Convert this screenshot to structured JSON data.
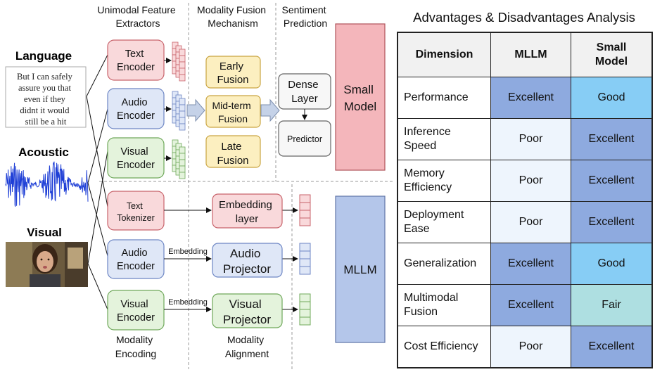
{
  "diagram": {
    "headers": {
      "col1": [
        "Unimodal Feature",
        "Extractors"
      ],
      "col2": [
        "Modality Fusion",
        "Mechanism"
      ],
      "col3": [
        "Sentiment",
        "Prediction"
      ]
    },
    "inputs": {
      "language_label": "Language",
      "quote_lines": [
        "But I can safely",
        "assure you that",
        "even if they",
        "didnt it would",
        "still be a hit"
      ],
      "acoustic_label": "Acoustic",
      "visual_label": "Visual"
    },
    "small_model_branch": {
      "text_encoder": [
        "Text",
        "Encoder"
      ],
      "audio_encoder": [
        "Audio",
        "Encoder"
      ],
      "visual_encoder": [
        "Visual",
        "Encoder"
      ],
      "early_fusion": [
        "Early",
        "Fusion"
      ],
      "midterm_fusion": [
        "Mid-term",
        "Fusion"
      ],
      "late_fusion": [
        "Late",
        "Fusion"
      ],
      "dense_layer": [
        "Dense",
        "Layer"
      ],
      "predictor": "Predictor",
      "small_model": [
        "Small",
        "Model"
      ]
    },
    "mllm_branch": {
      "text_tokenizer": [
        "Text",
        "Tokenizer"
      ],
      "audio_encoder": [
        "Audio",
        "Encoder"
      ],
      "visual_encoder": [
        "Visual",
        "Encoder"
      ],
      "embedding_layer": [
        "Embedding",
        "layer"
      ],
      "audio_projector": [
        "Audio",
        "Projector"
      ],
      "visual_projector": [
        "Visual",
        "Projector"
      ],
      "embedding_label": "Embedding",
      "mllm": "MLLM"
    },
    "footers": {
      "col1": [
        "Modality",
        "Encoding"
      ],
      "col2": [
        "Modality",
        "Alignment"
      ]
    },
    "colors": {
      "pink": "#f9d9db",
      "pink_border": "#c8636b",
      "blue": "#dfe7f7",
      "blue_border": "#6d86c4",
      "green": "#e4f3dc",
      "green_border": "#6fa85a",
      "yellow": "#fcefc0",
      "yellow_border": "#c9a441",
      "small_model_fill": "#f4b6bb",
      "mllm_fill": "#b4c6ea"
    }
  },
  "table": {
    "title": "Advantages & Disadvantages Analysis",
    "headers": [
      "Dimension",
      "MLLM",
      "Small Model"
    ],
    "header_small_lines": [
      "Small",
      "Model"
    ],
    "rows": [
      {
        "dimension": "Performance",
        "dim_lines": [
          "Performance"
        ],
        "mllm": "Excellent",
        "small": "Good"
      },
      {
        "dimension": "Inference Speed",
        "dim_lines": [
          "Inference",
          "Speed"
        ],
        "mllm": "Poor",
        "small": "Excellent"
      },
      {
        "dimension": "Memory Efficiency",
        "dim_lines": [
          "Memory",
          "Efficiency"
        ],
        "mllm": "Poor",
        "small": "Excellent"
      },
      {
        "dimension": "Deployment Ease",
        "dim_lines": [
          "Deployment",
          "Ease"
        ],
        "mllm": "Poor",
        "small": "Excellent"
      },
      {
        "dimension": "Generalization",
        "dim_lines": [
          "Generalization"
        ],
        "mllm": "Excellent",
        "small": "Good"
      },
      {
        "dimension": "Multimodal Fusion",
        "dim_lines": [
          "Multimodal",
          "Fusion"
        ],
        "mllm": "Excellent",
        "small": "Fair"
      },
      {
        "dimension": "Cost Efficiency",
        "dim_lines": [
          "Cost Efficiency"
        ],
        "mllm": "Poor",
        "small": "Excellent"
      }
    ],
    "rating_colors": {
      "Excellent": "#8eaadf",
      "Good": "#87cdf5",
      "Fair": "#aedfe1",
      "Poor": "#eef5fd"
    }
  }
}
